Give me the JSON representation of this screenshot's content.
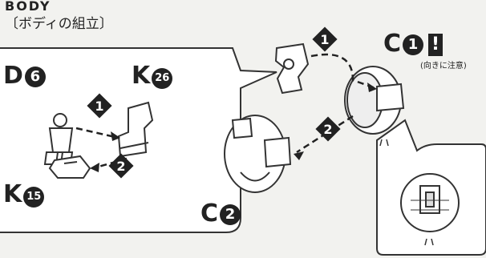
{
  "header": {
    "title": "BODY",
    "subtitle": "〔ボディの組立〕"
  },
  "parts": {
    "d6": {
      "letter": "D",
      "num": "6"
    },
    "k26": {
      "letter": "K",
      "num": "26"
    },
    "k15": {
      "letter": "K",
      "num": "15"
    },
    "c1": {
      "letter": "C",
      "num": "1"
    },
    "c2": {
      "letter": "C",
      "num": "2"
    }
  },
  "steps": {
    "one": "1",
    "two": "2"
  },
  "caution": {
    "mark": "!",
    "note": "(向きに注意)"
  },
  "colors": {
    "ink": "#222222",
    "paper": "#f2f2ef",
    "panel": "#ffffff"
  },
  "icons": [
    "step-diamond-icon",
    "warning-icon",
    "arrow-icon"
  ]
}
